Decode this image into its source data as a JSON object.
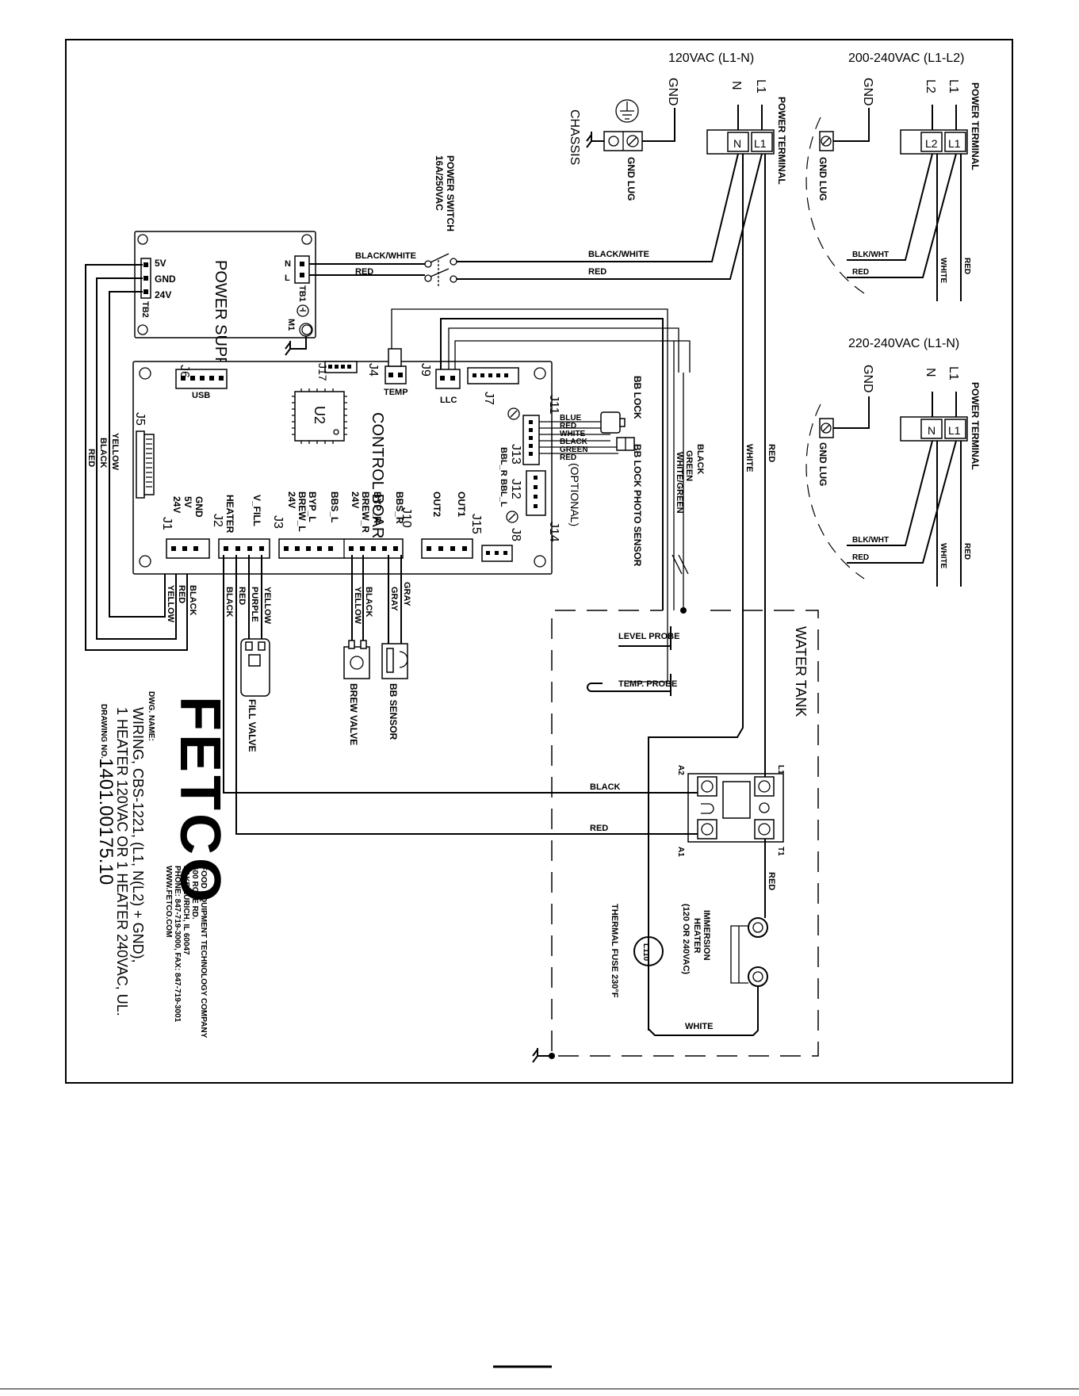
{
  "supply": {
    "v120": "120VAC (L1-N)",
    "v200": "200-240VAC (L1-L2)",
    "v220": "220-240VAC (L1-N)",
    "gnd": "GND",
    "n": "N",
    "l1": "L1",
    "l2": "L2",
    "power_terminal": "POWER TERMINAL",
    "gnd_lug": "GND LUG",
    "chassis": "CHASSIS"
  },
  "power_switch": {
    "name": "POWER SWITCH",
    "rating": "16A/250VAC"
  },
  "power_supply": {
    "title": "POWER SUPPLY",
    "tb1": "TB1",
    "tb2": "TB2",
    "m1": "M1",
    "n": "N",
    "l": "L",
    "pins": [
      "5V",
      "GND",
      "24V"
    ]
  },
  "control_board": {
    "title": "CONTROL BOARD",
    "u2": "U2",
    "usb": "USB",
    "temp": "TEMP",
    "llc": "LLC",
    "optional": "(OPTIONAL)",
    "bbl_r": "BBL_R",
    "bbl_l": "BBL_L",
    "connectors": {
      "j1": "J1",
      "j2": "J2",
      "j3": "J3",
      "j4": "J4",
      "j5": "J5",
      "j6": "J6",
      "j7": "J7",
      "j8": "J8",
      "j9": "J9",
      "j10": "J10",
      "j11": "J11",
      "j12": "J12",
      "j13": "J13",
      "j14": "J14",
      "j15": "J15",
      "j17": "J17"
    },
    "j1_pins": [
      "24V",
      "5V",
      "GND"
    ],
    "j2_pins": [
      "HEATER",
      "V_FILL"
    ],
    "j3_pins": [
      "24V",
      "BREW_L",
      "BYP_L",
      "BBS_L",
      "24V",
      "BREW_R",
      "BYP_R",
      "BBS_R"
    ],
    "j15_pins": [
      "OUT2",
      "OUT1"
    ]
  },
  "wires": {
    "black_white": "BLACK/WHITE",
    "red": "RED",
    "black": "BLACK",
    "white": "WHITE",
    "yellow": "YELLOW",
    "purple": "PURPLE",
    "gray": "GRAY",
    "green": "GREEN",
    "blue": "BLUE",
    "blk_wht": "BLK/WHT",
    "white_green": "WHITE/GREEN"
  },
  "components": {
    "bb_lock": "BB LOCK",
    "bb_lock_photo_sensor": "BB LOCK PHOTO SENSOR",
    "fill_valve": "FILL VALVE",
    "brew_valve": "BREW VALVE",
    "bb_sensor": "BB SENSOR",
    "level_probe": "LEVEL PROBE",
    "temp_probe": "TEMP. PROBE",
    "water_tank": "WATER TANK",
    "immersion_heater": [
      "IMMERSION",
      "HEATER",
      "(120 OR 240VAC)"
    ],
    "thermal_fuse": "THERMAL FUSE 230°F",
    "fuse_marking": "L110",
    "relay": {
      "a1": "A1",
      "a2": "A2",
      "l1": "L1",
      "t1": "T1"
    }
  },
  "title_block": {
    "logo": "FETCO",
    "company": [
      "FOOD EQUIPMENT TECHNOLOGY COMPANY",
      "600 ROSE RD.",
      "LAKE ZURICH, IL 60047",
      "PHONE: 847-719-3000, FAX: 847-719-3001",
      "WWW.FETCO.COM"
    ],
    "dwg_name_label": "DWG. NAME:",
    "dwg_name": [
      "WIRING, CBS-1221, (L1, N(L2) + GND),",
      "1 HEATER 120VAC OR 1 HEATER 240VAC, UL."
    ],
    "drawing_no_label": "DRAWING NO.",
    "drawing_no": "1401.00175.10"
  }
}
